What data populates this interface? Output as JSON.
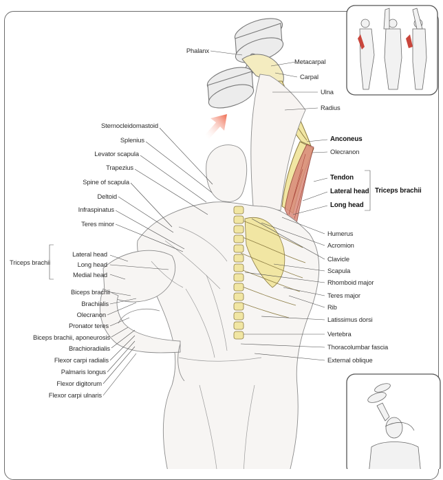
{
  "labels_left": {
    "sternocleidomastoid": "Sternocleidomastoid",
    "splenius": "Splenius",
    "levator_scapula": "Levator scapula",
    "trapezius": "Trapezius",
    "spine_of_scapula": "Spine of scapula",
    "deltoid": "Deltoid",
    "infraspinatus": "Infraspinatus",
    "teres_minor": "Teres minor",
    "triceps_group": "Triceps brachii",
    "lateral_head": "Lateral head",
    "long_head": "Long head",
    "medial_head": "Medial head",
    "biceps_brachii": "Biceps brachii",
    "brachialis": "Brachialis",
    "olecranon": "Olecranon",
    "pronator_teres": "Pronator teres",
    "biceps_aponeurosis": "Biceps brachii, aponeurosis",
    "brachioradialis": "Brachioradialis",
    "flexor_carpi_radialis": "Flexor carpi radialis",
    "palmaris_longus": "Palmaris longus",
    "flexor_digitorum": "Flexor digitorum",
    "flexor_carpi_ulnaris": "Flexor carpi ulnaris"
  },
  "labels_right": {
    "phalanx": "Phalanx",
    "metacarpal": "Metacarpal",
    "carpal": "Carpal",
    "ulna": "Ulna",
    "radius": "Radius",
    "anconeus": "Anconeus",
    "olecranon": "Olecranon",
    "tendon": "Tendon",
    "lateral_head": "Lateral head",
    "long_head": "Long head",
    "triceps_group": "Triceps brachii",
    "humerus": "Humerus",
    "acromion": "Acromion",
    "clavicle": "Clavicle",
    "scapula": "Scapula",
    "rhomboid_major": "Rhomboid major",
    "teres_major": "Teres major",
    "rib": "Rib",
    "latissimus_dorsi": "Latissimus dorsi",
    "vertebra": "Vertebra",
    "thoracolumbar_fascia": "Thoracolumbar fascia",
    "external_oblique": "External oblique"
  },
  "colors": {
    "frame": "#6b6b6b",
    "leader": "#4a4a4a",
    "bone": "#f1e6a3",
    "muscle_highlight": "#c9463c",
    "arrow": "#ef6a4e",
    "skin_line": "#8a8a8a"
  },
  "icons": {
    "direction_arrow": "up-right-arrow-icon",
    "dumbbell": "dumbbell-icon"
  }
}
